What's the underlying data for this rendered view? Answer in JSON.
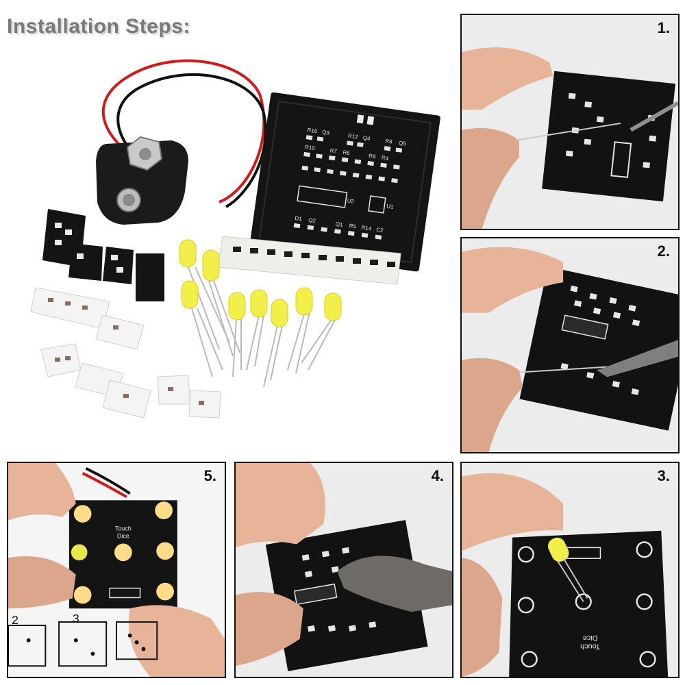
{
  "header": {
    "title": "Installation Steps:"
  },
  "pcb_labels": {
    "r16": "R16",
    "q3": "Q3",
    "r12": "R12",
    "q4": "Q4",
    "r8": "R8",
    "q5": "Q5",
    "r10": "R10",
    "r7": "R7",
    "r6": "R6",
    "r9": "R9",
    "r4": "R4",
    "u2": "U2",
    "u1": "U1",
    "d1": "D1",
    "q2": "Q2",
    "q1": "Q1",
    "r5": "R5",
    "r14": "R14",
    "c2": "C2"
  },
  "dice": {
    "line1": "Touch",
    "line2": "Dice"
  },
  "sketch_numbers": {
    "n2": "2",
    "n3": "3"
  },
  "steps": [
    {
      "id": "step-1",
      "label": "1."
    },
    {
      "id": "step-2",
      "label": "2."
    },
    {
      "id": "step-3",
      "label": "3."
    },
    {
      "id": "step-4",
      "label": "4."
    },
    {
      "id": "step-5",
      "label": "5."
    }
  ],
  "colors": {
    "pcb": "#141414",
    "silk": "#e9e9e9",
    "led_yellow": "#f2ef4a",
    "led_glow": "#ffb347",
    "wire_red": "#d21a1a",
    "wire_black": "#111111",
    "skin": "#e7b49a"
  }
}
